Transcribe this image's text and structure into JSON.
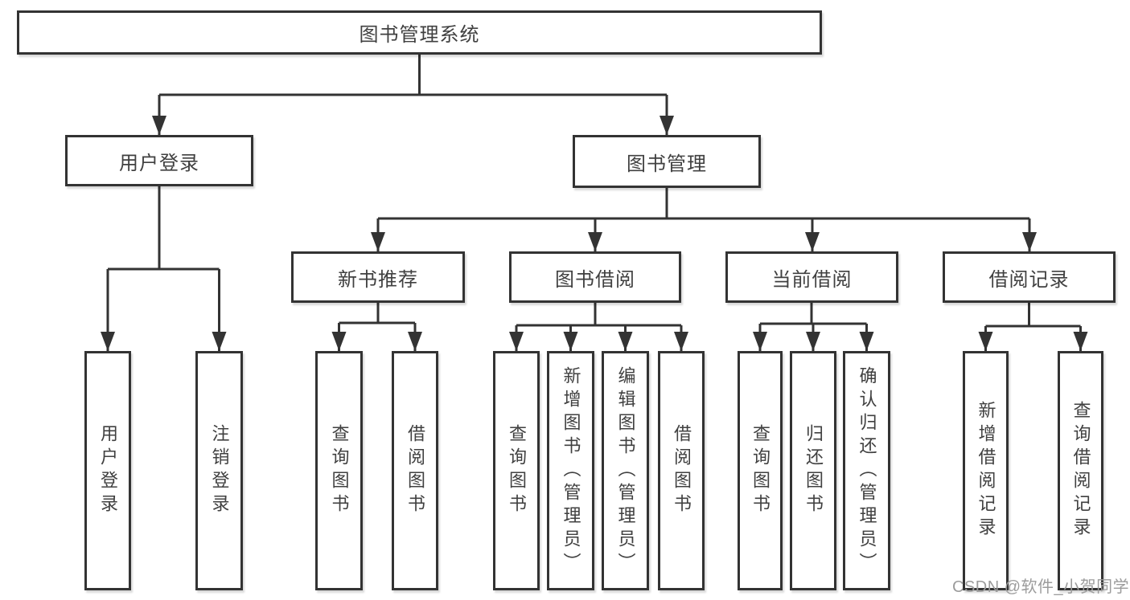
{
  "tree": {
    "label": "图书管理系统",
    "children": [
      {
        "label": "用户登录",
        "children": [
          {
            "label": "用户登录"
          },
          {
            "label": "注销登录"
          }
        ]
      },
      {
        "label": "图书管理",
        "children": [
          {
            "label": "新书推荐",
            "children": [
              {
                "label": "查询图书"
              },
              {
                "label": "借阅图书"
              }
            ]
          },
          {
            "label": "图书借阅",
            "children": [
              {
                "label": "查询图书"
              },
              {
                "label": "新增图书（管理员）"
              },
              {
                "label": "编辑图书（管理员）"
              },
              {
                "label": "借阅图书"
              }
            ]
          },
          {
            "label": "当前借阅",
            "children": [
              {
                "label": "查询图书"
              },
              {
                "label": "归还图书"
              },
              {
                "label": "确认归还（管理员）"
              }
            ]
          },
          {
            "label": "借阅记录",
            "children": [
              {
                "label": "新增借阅记录"
              },
              {
                "label": "查询借阅记录"
              }
            ]
          }
        ]
      }
    ]
  },
  "watermark": {
    "text": "CSDN @软件_小贺同学"
  },
  "colors": {
    "line": "#333333",
    "box_border": "#333333",
    "text": "#404040",
    "watermark": "#9c9c9c",
    "background": "#ffffff"
  }
}
